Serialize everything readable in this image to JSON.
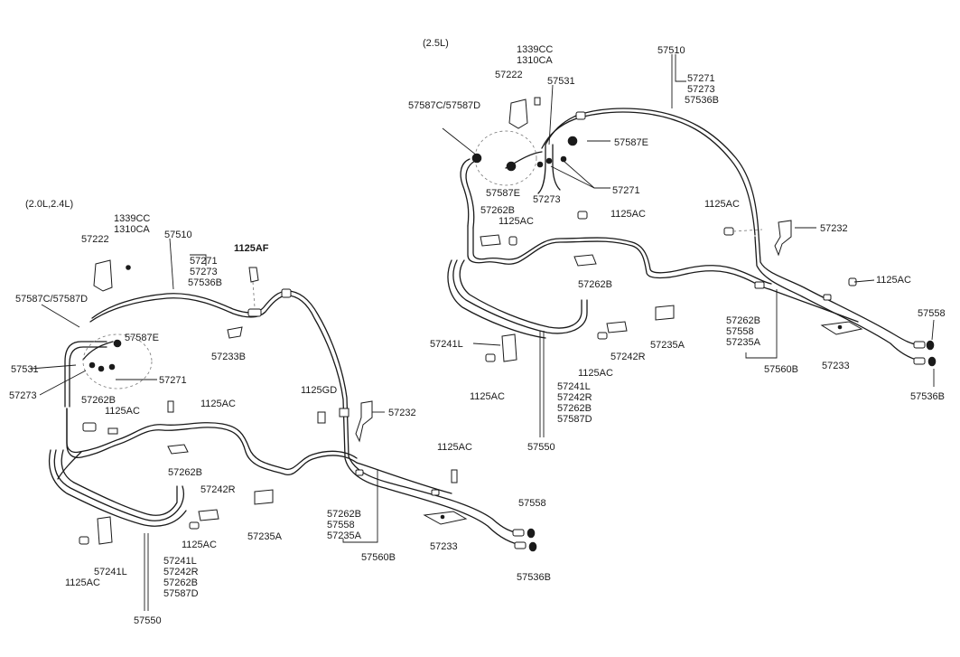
{
  "variants": {
    "left": "(2.0L,2.4L)",
    "right": "(2.5L)"
  },
  "left_labels": {
    "cc": "1339CC",
    "ca": "1310CA",
    "bracket": "57222",
    "main_tube": "57510",
    "kit_a": "57271",
    "kit_b": "57273",
    "kit_c": "57536B",
    "bolt_af": "1125AF",
    "clip_c": "57587C/57587D",
    "hose_e": "57587E",
    "clip_b": "57233B",
    "hose_531": "57531",
    "tube_273": "57273",
    "tube_271": "57271",
    "grom_262": "57262B",
    "bolt_ac_1": "1125AC",
    "bolt_ac_2": "1125AC",
    "bolt_gd": "1125GD",
    "bracket_232": "57232",
    "grom_262_b": "57262B",
    "grom_242r": "57242R",
    "clamp_235a": "57235A",
    "bolt_ac_3": "1125AC",
    "bolt_ac_mid": "1125AC",
    "group_b": [
      "57262B",
      "57558",
      "57235A"
    ],
    "clamp_241l": "57241L",
    "bolt_ac_4": "1125AC",
    "group_a": [
      "57241L",
      "57242R",
      "57262B",
      "57587D"
    ],
    "tube_550": "57550",
    "tube_560b": "57560B",
    "plate_233": "57233",
    "cap_558": "57558",
    "cap_536b": "57536B"
  },
  "right_labels": {
    "cc": "1339CC",
    "ca": "1310CA",
    "bracket": "57222",
    "hose_531": "57531",
    "main_tube": "57510",
    "kit_a": "57271",
    "kit_b": "57273",
    "kit_c": "57536B",
    "clip_c": "57587C/57587D",
    "hose_e_1": "57587E",
    "hose_e_2": "57587E",
    "tube_273": "57273",
    "tube_271": "57271",
    "grom_262": "57262B",
    "bolt_ac_1": "1125AC",
    "bolt_ac_2": "1125AC",
    "bolt_ac_3": "1125AC",
    "bracket_232": "57232",
    "bolt_ac_4": "1125AC",
    "grom_262_b": "57262B",
    "cap_558": "57558",
    "clamp_241l": "57241L",
    "grom_242r": "57242R",
    "clamp_235a": "57235A",
    "group_b": [
      "57262B",
      "57558",
      "57235A"
    ],
    "bolt_ac_5": "1125AC",
    "bolt_ac_6": "1125AC",
    "group_a": [
      "57241L",
      "57242R",
      "57262B",
      "57587D"
    ],
    "plate_233": "57233",
    "tube_560b": "57560B",
    "tube_550": "57550",
    "cap_536b": "57536B"
  }
}
